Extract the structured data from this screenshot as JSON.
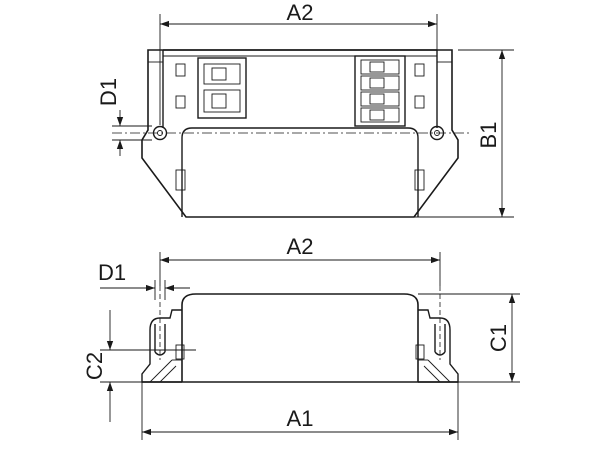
{
  "dimensions": {
    "top_a2": "A2",
    "top_d1": "D1",
    "top_b1": "B1",
    "side_a2": "A2",
    "side_d1": "D1",
    "side_c1": "C1",
    "side_c2": "C2",
    "side_a1": "A1"
  }
}
